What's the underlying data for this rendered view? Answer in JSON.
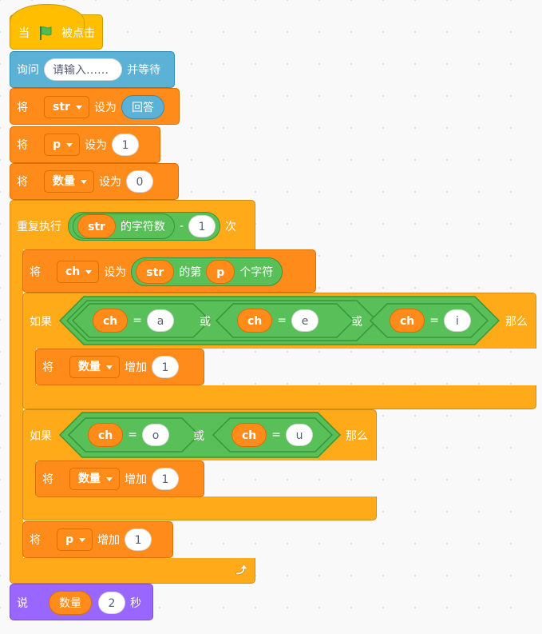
{
  "event": {
    "when": "当",
    "flag_icon": "green-flag-icon",
    "clicked": "被点击"
  },
  "ask": {
    "label": "询问",
    "input": "请输入……",
    "wait": "并等待"
  },
  "set1": {
    "label": "将",
    "var": "str",
    "to": "设为",
    "value": "回答"
  },
  "set2": {
    "label": "将",
    "var": "p",
    "to": "设为",
    "value": "1"
  },
  "set3": {
    "label": "将",
    "var": "数量",
    "to": "设为",
    "value": "0"
  },
  "repeat": {
    "label": "重复执行",
    "arg": "str",
    "length_of": "的字符数",
    "minus": "-",
    "value": "1",
    "times": "次"
  },
  "set4": {
    "label": "将",
    "var": "ch",
    "to": "设为",
    "arg": "str",
    "letter_pre": "的第",
    "index": "p",
    "letter_post": "个字符"
  },
  "if1": {
    "label": "如果",
    "then": "那么",
    "or": "或",
    "eq": "=",
    "conds": [
      {
        "var": "ch",
        "val": "a"
      },
      {
        "var": "ch",
        "val": "e"
      },
      {
        "var": "ch",
        "val": "i"
      }
    ]
  },
  "change1": {
    "label": "将",
    "var": "数量",
    "by": "增加",
    "value": "1"
  },
  "if2": {
    "label": "如果",
    "then": "那么",
    "or": "或",
    "eq": "=",
    "conds": [
      {
        "var": "ch",
        "val": "o"
      },
      {
        "var": "ch",
        "val": "u"
      }
    ]
  },
  "change2": {
    "label": "将",
    "var": "数量",
    "by": "增加",
    "value": "1"
  },
  "change3": {
    "label": "将",
    "var": "p",
    "by": "增加",
    "value": "1"
  },
  "loop_icon": "loop-arrow-icon",
  "say": {
    "label": "说",
    "var": "数量",
    "value": "2",
    "secs": "秒"
  },
  "colors": {
    "events": "#ffbf00",
    "sensing": "#5cb1d6",
    "variables": "#ff8c1a",
    "control": "#ffab19",
    "operators": "#59c059",
    "looks": "#9966ff"
  }
}
